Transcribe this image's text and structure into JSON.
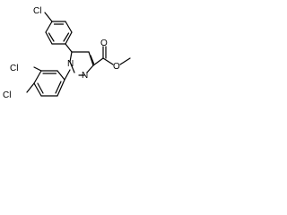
{
  "molecule": {
    "atoms": {
      "cl_top": "Cl",
      "cl_left_upper": "Cl",
      "cl_left_lower": "Cl",
      "n1": "N",
      "n2": "N",
      "o_carbonyl": "O",
      "o_ether": "O"
    }
  }
}
